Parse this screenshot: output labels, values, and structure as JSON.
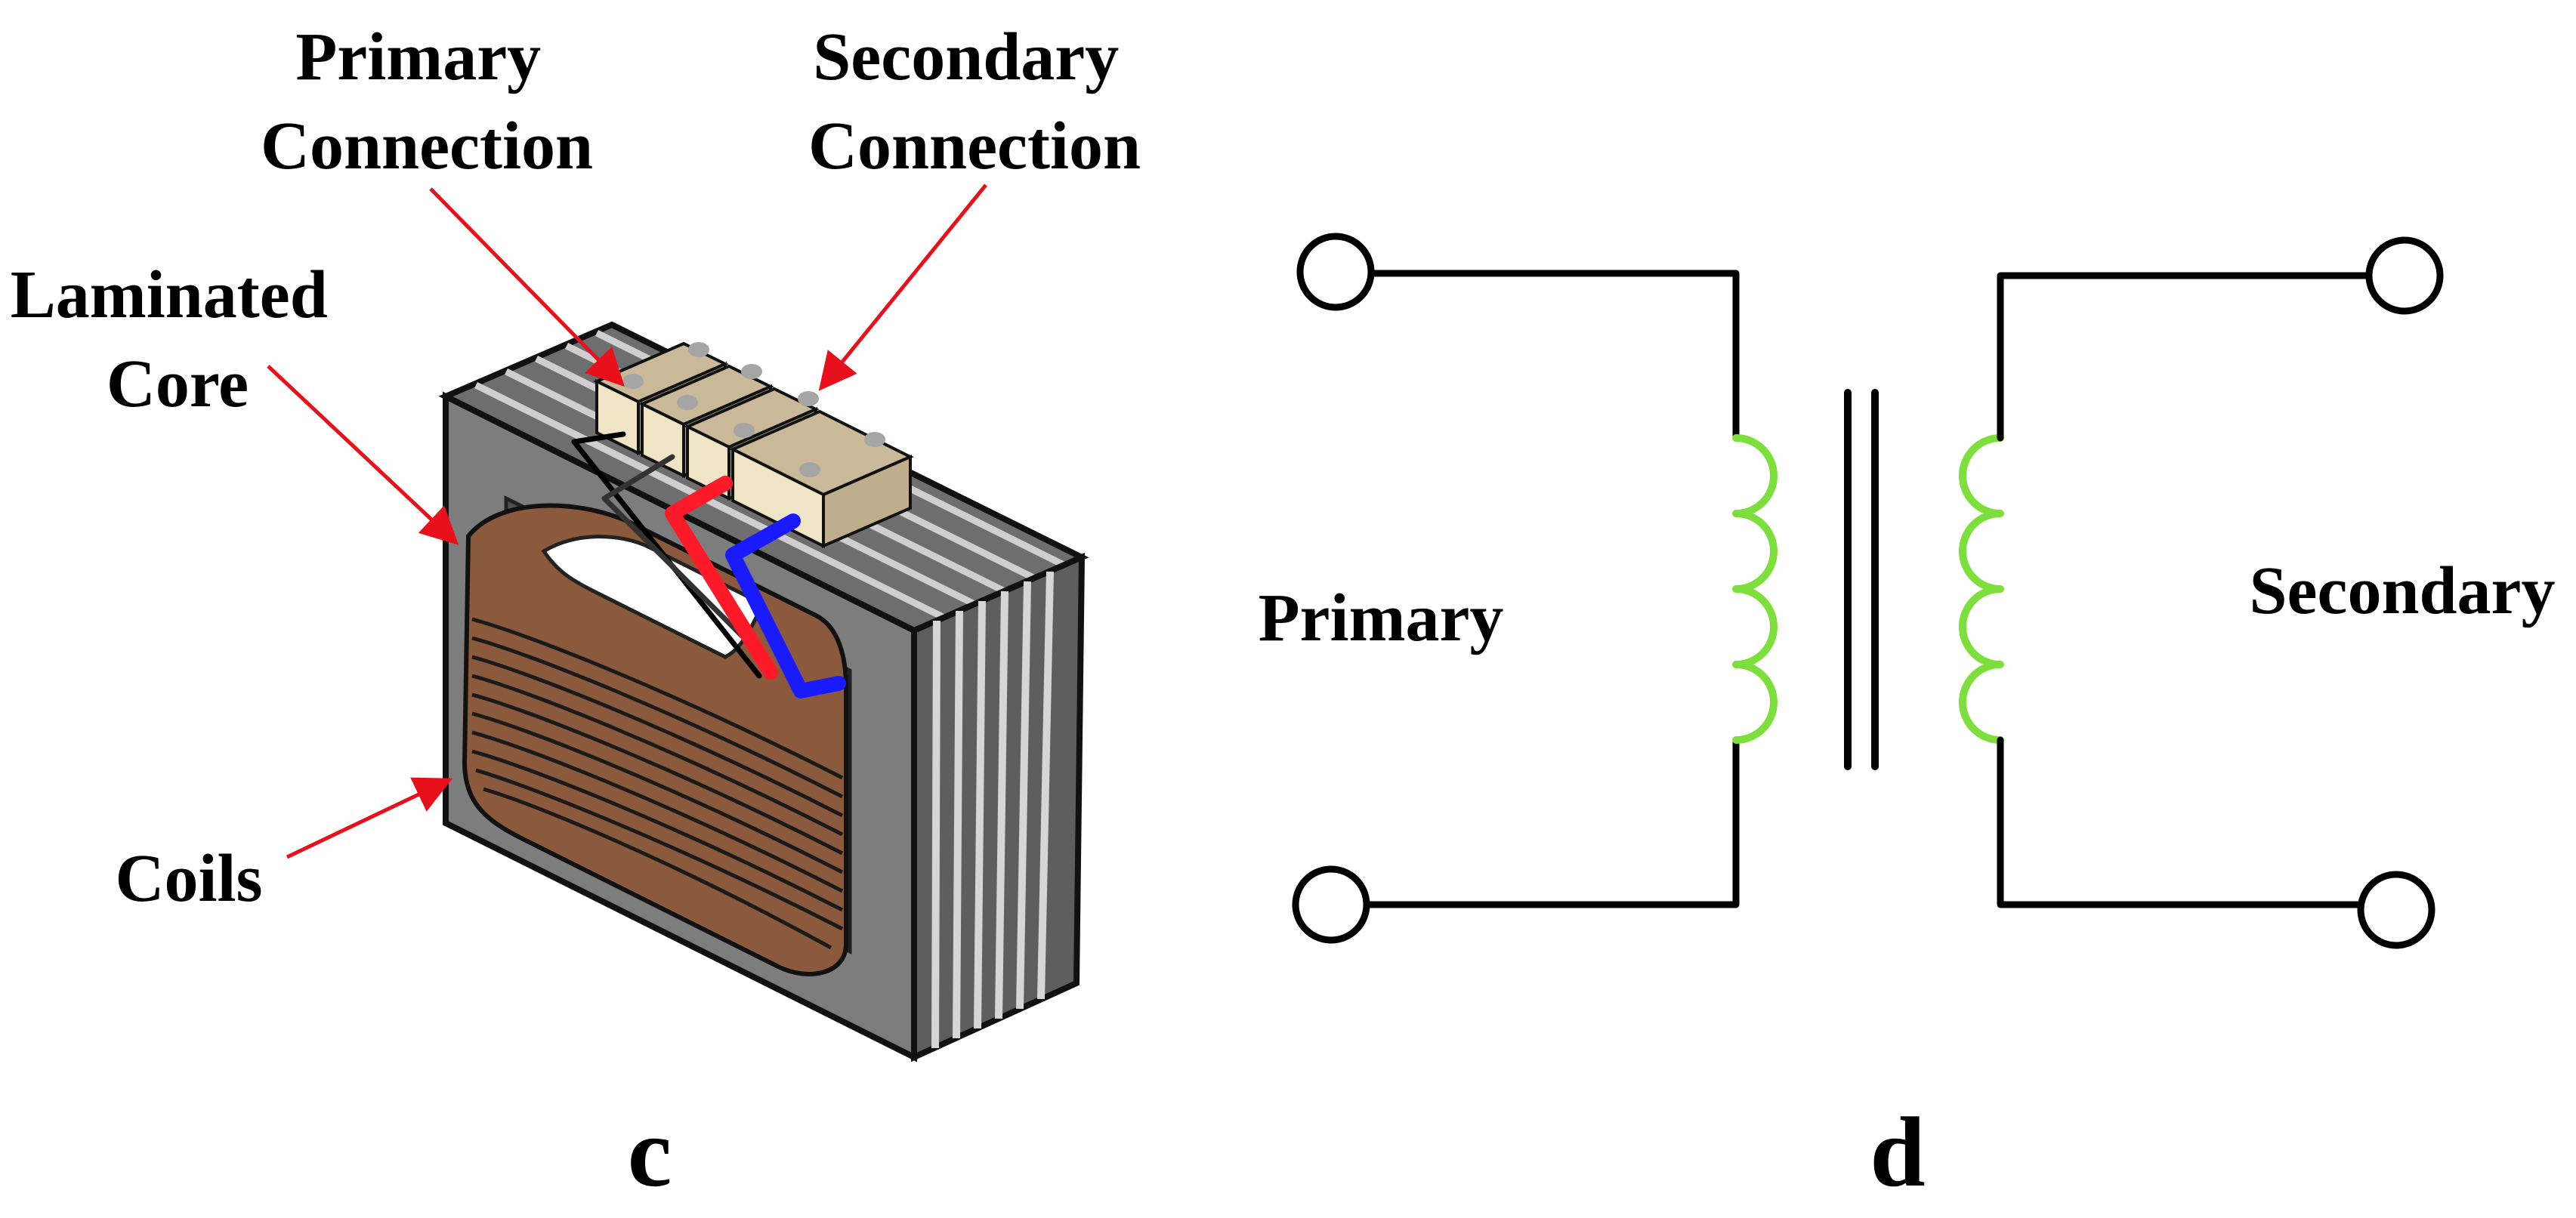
{
  "labels": {
    "primary_connection": [
      "Primary",
      "Connection"
    ],
    "secondary_connection": [
      "Secondary",
      "Connection"
    ],
    "laminated_core": [
      "Laminated",
      "Core"
    ],
    "coils": "Coils",
    "primary": "Primary",
    "secondary": "Secondary",
    "panel_c": "c",
    "panel_d": "d"
  },
  "colors": {
    "arrow": "#e8101a",
    "core_face": "#7d7d7d",
    "core_lamination_dark": "#5a5a5a",
    "core_lamination_light": "#c8c8c8",
    "coil_brown": "#8b5a3c",
    "coil_brown_light": "#9c6a48",
    "terminal_block": "#c9b998",
    "terminal_block_front": "#efe4c6",
    "wire_red": "#ff1a2a",
    "wire_blue": "#1a1aff",
    "winding_green": "#7ddf3c",
    "line": "#000000"
  }
}
